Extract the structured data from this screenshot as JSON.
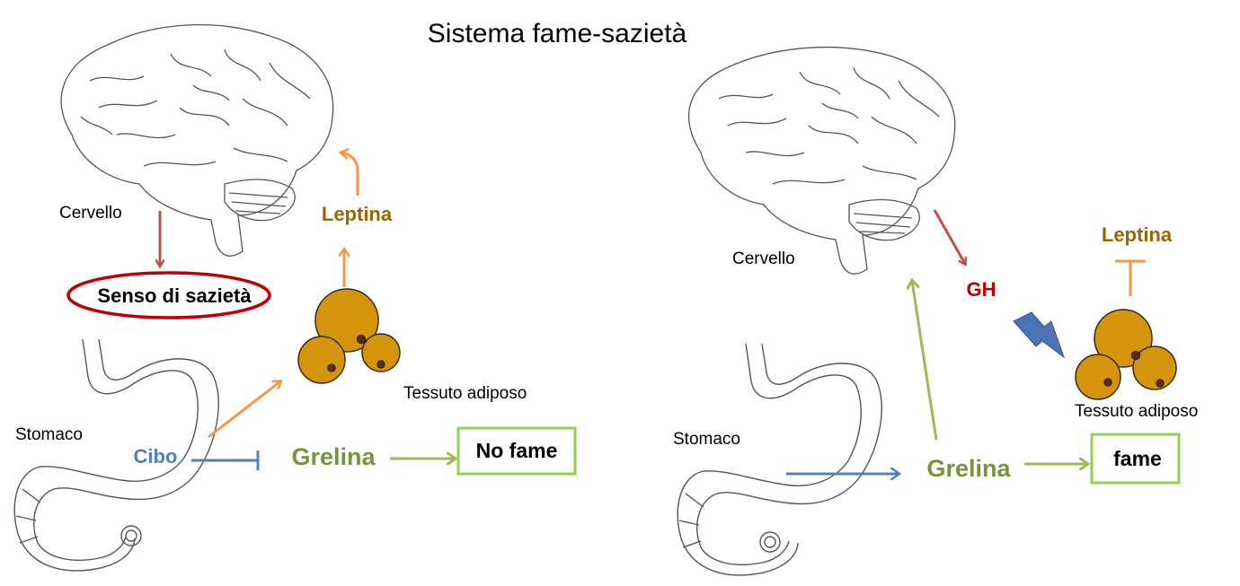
{
  "title": "Sistema fame-sazietà",
  "left": {
    "brain_label": "Cervello",
    "satiety_label": "Senso di sazietà",
    "leptin_label": "Leptina",
    "adipose_label": "Tessuto adiposo",
    "stomach_label": "Stomaco",
    "food_label": "Cibo",
    "ghrelin_label": "Grelina",
    "result_label": "No fame"
  },
  "right": {
    "brain_label": "Cervello",
    "gh_label": "GH",
    "leptin_label": "Leptina",
    "adipose_label": "Tessuto adiposo",
    "stomach_label": "Stomaco",
    "ghrelin_label": "Grelina",
    "result_label": "fame"
  },
  "colors": {
    "inhibit_blue": "#4f81bd",
    "leptin_orange": "#f79646",
    "leptin_text": "#9c6500",
    "ghrelin_green": "#9bbb59",
    "ghrelin_text": "#77933c",
    "brain_arrow_red": "#c0504d",
    "satiety_ellipse": "#c00000",
    "gh_text": "#c00000",
    "fat_cell_fill": "#d4950c",
    "lightning": "#4a74b4"
  },
  "icons": [
    "brain-icon",
    "stomach-icon",
    "fat-cells-icon",
    "lightning-icon"
  ]
}
